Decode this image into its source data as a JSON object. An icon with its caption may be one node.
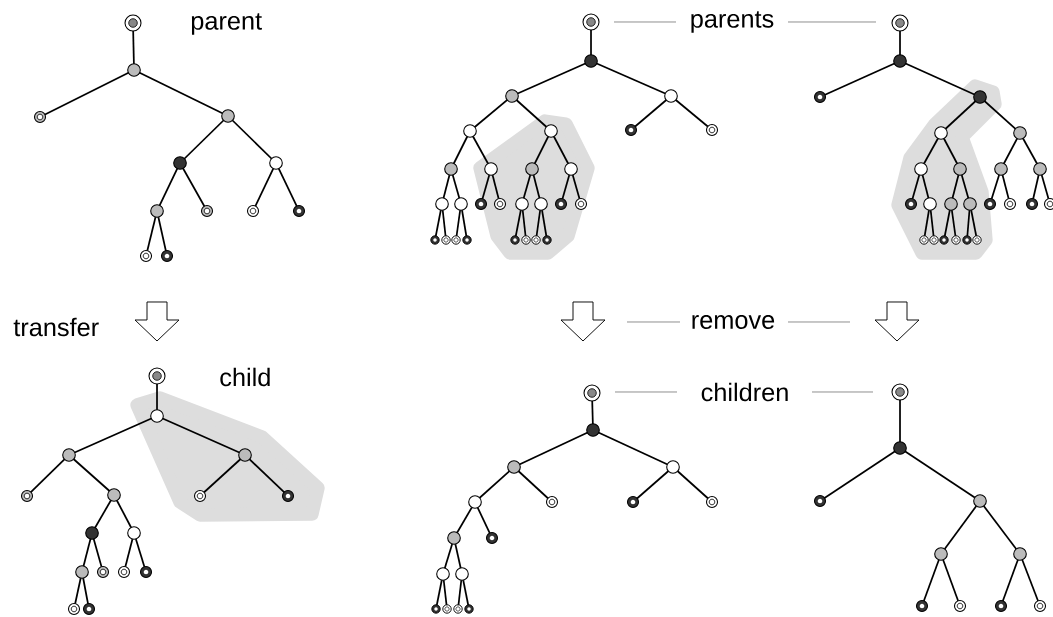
{
  "diagram": {
    "labels": [
      "parent",
      "parents",
      "transfer",
      "remove",
      "child",
      "children"
    ]
  }
}
